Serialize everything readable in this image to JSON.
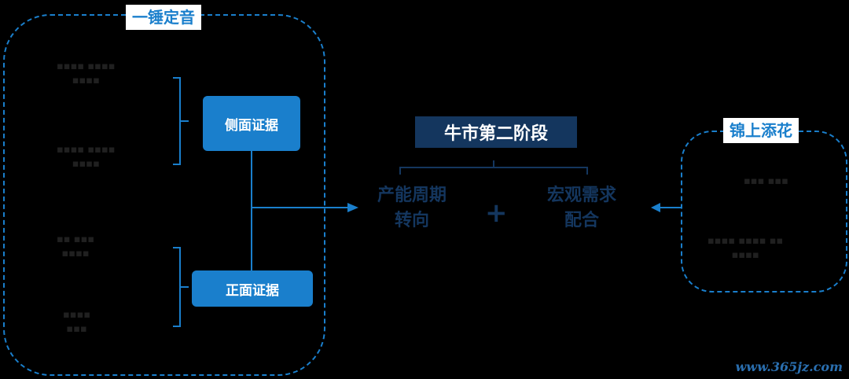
{
  "left_group": {
    "tag": "一锤定音",
    "side_evidence": "侧面证据",
    "front_evidence": "正面证据"
  },
  "center": {
    "title": "牛市第二阶段",
    "left_factor_line1": "产能周期",
    "left_factor_line2": "转向",
    "plus": "+",
    "right_factor_line1": "宏观需求",
    "right_factor_line2": "配合"
  },
  "right_group": {
    "tag": "锦上添花"
  },
  "watermark": "www.365jz.com",
  "colors": {
    "accent": "#1a7fcc",
    "navy": "#14365e",
    "background": "#000000"
  }
}
